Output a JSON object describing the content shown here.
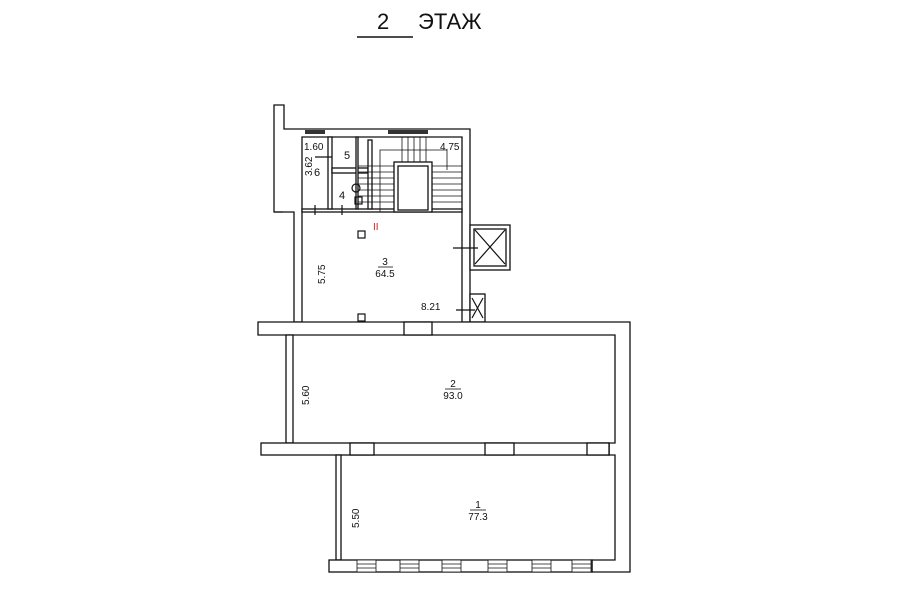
{
  "title": {
    "floor_number": "2",
    "floor_label": "ЭТАЖ"
  },
  "rooms": [
    {
      "number": "1",
      "area": "77.3",
      "height": "5.50"
    },
    {
      "number": "2",
      "area": "93.0",
      "height": "5.60"
    },
    {
      "number": "3",
      "area": "64.5",
      "height": "5.75"
    },
    {
      "number": "4"
    },
    {
      "number": "5"
    },
    {
      "number": "6",
      "height": "3.62"
    }
  ],
  "dimensions": {
    "room6_top": "1.60",
    "stair": "4.75",
    "room3_right": "8.21"
  },
  "marker": {
    "label": "II",
    "color": "#d42020"
  }
}
